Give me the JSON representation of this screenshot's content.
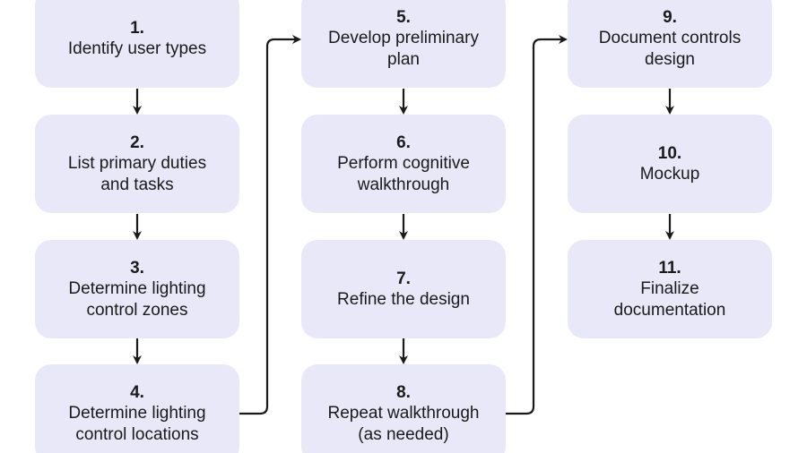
{
  "steps": [
    {
      "number": "1.",
      "label": "Identify user types"
    },
    {
      "number": "2.",
      "label": "List primary duties\nand tasks"
    },
    {
      "number": "3.",
      "label": "Determine lighting\ncontrol zones"
    },
    {
      "number": "4.",
      "label": "Determine lighting\ncontrol locations"
    },
    {
      "number": "5.",
      "label": "Develop preliminary\nplan"
    },
    {
      "number": "6.",
      "label": "Perform cognitive\nwalkthrough"
    },
    {
      "number": "7.",
      "label": "Refine the design"
    },
    {
      "number": "8.",
      "label": "Repeat walkthrough\n(as needed)"
    },
    {
      "number": "9.",
      "label": "Document controls\ndesign"
    },
    {
      "number": "10.",
      "label": "Mockup"
    },
    {
      "number": "11.",
      "label": "Finalize\ndocumentation"
    }
  ],
  "colors": {
    "box_fill": "#e9e8f9",
    "arrow": "#1a1a1a",
    "text": "#1a1a1a"
  }
}
